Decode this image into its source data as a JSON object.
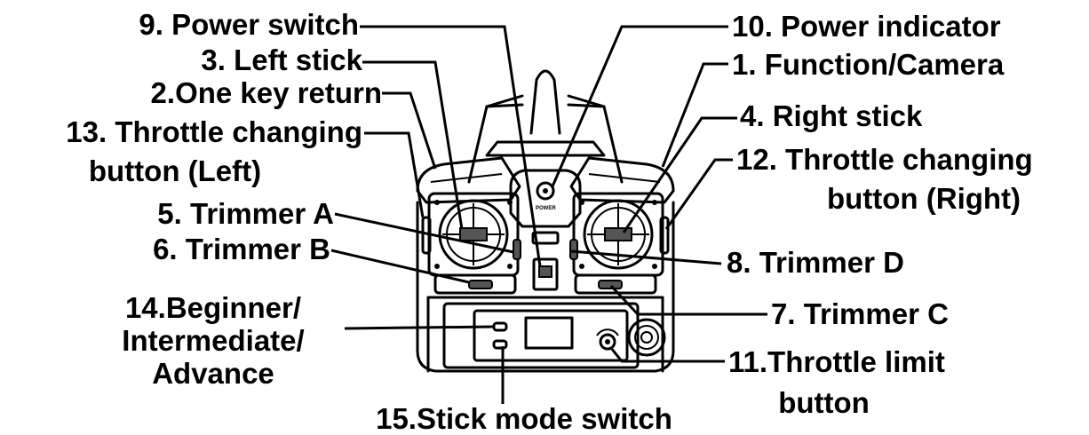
{
  "diagram": {
    "power_label_on_device": "POWER",
    "callouts": {
      "power_switch": "9. Power switch",
      "left_stick": "3. Left stick",
      "one_key_return": "2.One key return",
      "throttle_left_l1": "13. Throttle changing",
      "throttle_left_l2": "button (Left)",
      "trimmer_a": "5. Trimmer A",
      "trimmer_b": "6. Trimmer B",
      "beginner_l1": "14.Beginner/",
      "beginner_l2": "Intermediate/",
      "beginner_l3": "Advance",
      "stick_mode": "15.Stick mode switch",
      "power_indicator": "10. Power indicator",
      "function_camera": "1. Function/Camera",
      "right_stick": "4. Right stick",
      "throttle_right_l1": "12. Throttle changing",
      "throttle_right_l2": "button (Right)",
      "trimmer_d": "8. Trimmer D",
      "trimmer_c": "7. Trimmer C",
      "throttle_limit_l1": "11.Throttle limit",
      "throttle_limit_l2": "button"
    }
  }
}
